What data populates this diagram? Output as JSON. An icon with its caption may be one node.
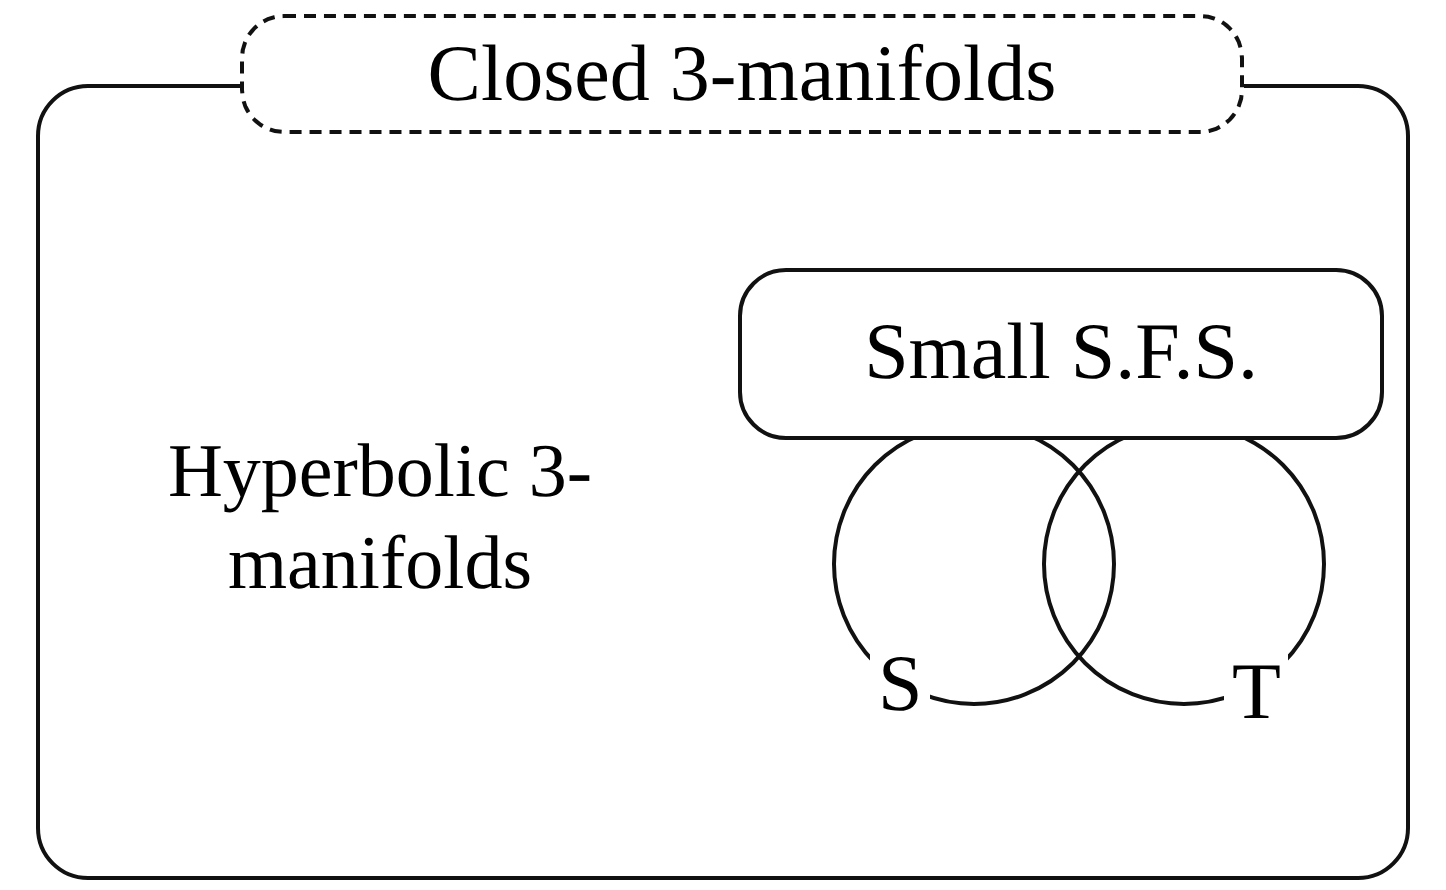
{
  "diagram": {
    "nodes": [
      {
        "text": [
          "Closed 3-manifolds"
        ]
      },
      {
        "text": [
          "Small S.F.S."
        ],
        "in": 0
      },
      {
        "text": [
          "S"
        ],
        "in": 0
      },
      {
        "text": [
          "T"
        ],
        "in": 0
      }
    ],
    "labels": [
      "Hyperbolic 3-manifolds"
    ]
  }
}
